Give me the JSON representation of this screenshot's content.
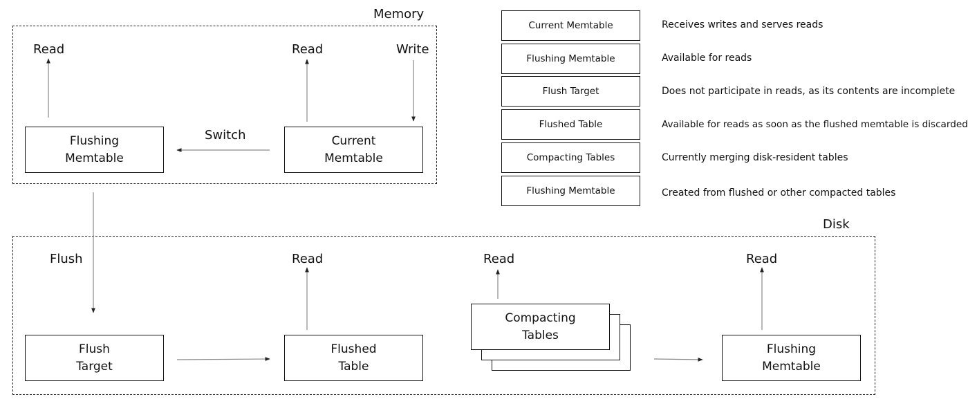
{
  "zones": {
    "memory": "Memory",
    "disk": "Disk"
  },
  "memory": {
    "flushing_memtable": {
      "line1": "Flushing",
      "line2": "Memtable"
    },
    "current_memtable": {
      "line1": "Current",
      "line2": "Memtable"
    },
    "read_left": "Read",
    "read_right": "Read",
    "write": "Write",
    "switch": "Switch"
  },
  "disk": {
    "flush": "Flush",
    "flush_target": {
      "line1": "Flush",
      "line2": "Target"
    },
    "flushed_table": {
      "line1": "Flushed",
      "line2": "Table"
    },
    "compacting_tables": {
      "line1": "Compacting",
      "line2": "Tables"
    },
    "flushing_memtable": {
      "line1": "Flushing",
      "line2": "Memtable"
    },
    "read_flushed": "Read",
    "read_compacting": "Read",
    "read_flushing": "Read"
  },
  "legend": [
    {
      "line1": "Current",
      "line2": "Memtable",
      "desc": "Receives writes and serves reads"
    },
    {
      "line1": "Flushing",
      "line2": "Memtable",
      "desc": "Available for reads"
    },
    {
      "line1": "Flush",
      "line2": "Target",
      "desc": "Does not participate in reads, as its contents are incomplete"
    },
    {
      "line1": "Flushed",
      "line2": "Table",
      "desc": "Available for reads as soon as the flushed memtable is discarded"
    },
    {
      "line1": "Compacting",
      "line2": "Tables",
      "desc": "Currently merging disk-resident tables"
    },
    {
      "line1": "Flushing",
      "line2": "Memtable",
      "desc": "Created from flushed or other compacted tables"
    }
  ]
}
